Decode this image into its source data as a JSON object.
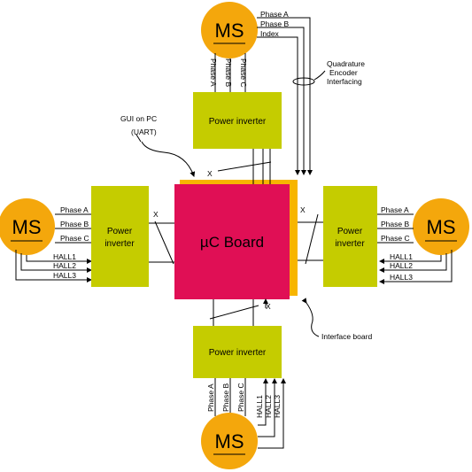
{
  "motor_label": "MS",
  "board_label": "µC Board",
  "inverter_label": "Power inverter",
  "inverter_label_line1": "Power",
  "inverter_label_line2": "inverter",
  "phase_labels": [
    "Phase A",
    "Phase B",
    "Phase C"
  ],
  "encoder_labels": [
    "Phase A",
    "Phase B",
    "Index"
  ],
  "hall_labels": [
    "HALL1",
    "HALL2",
    "HALL3"
  ],
  "cross_mark": "X",
  "annotations": {
    "gui": "GUI on PC",
    "uart": "(UART)",
    "quad_1": "Quadrature",
    "quad_2": "Encoder",
    "quad_3": "Interfacing",
    "interface_board": "Interface board"
  },
  "colors": {
    "motor": "#f4a70c",
    "inverter": "#c5cc00",
    "board": "#e00f55",
    "interface_board": "#f7b500"
  }
}
